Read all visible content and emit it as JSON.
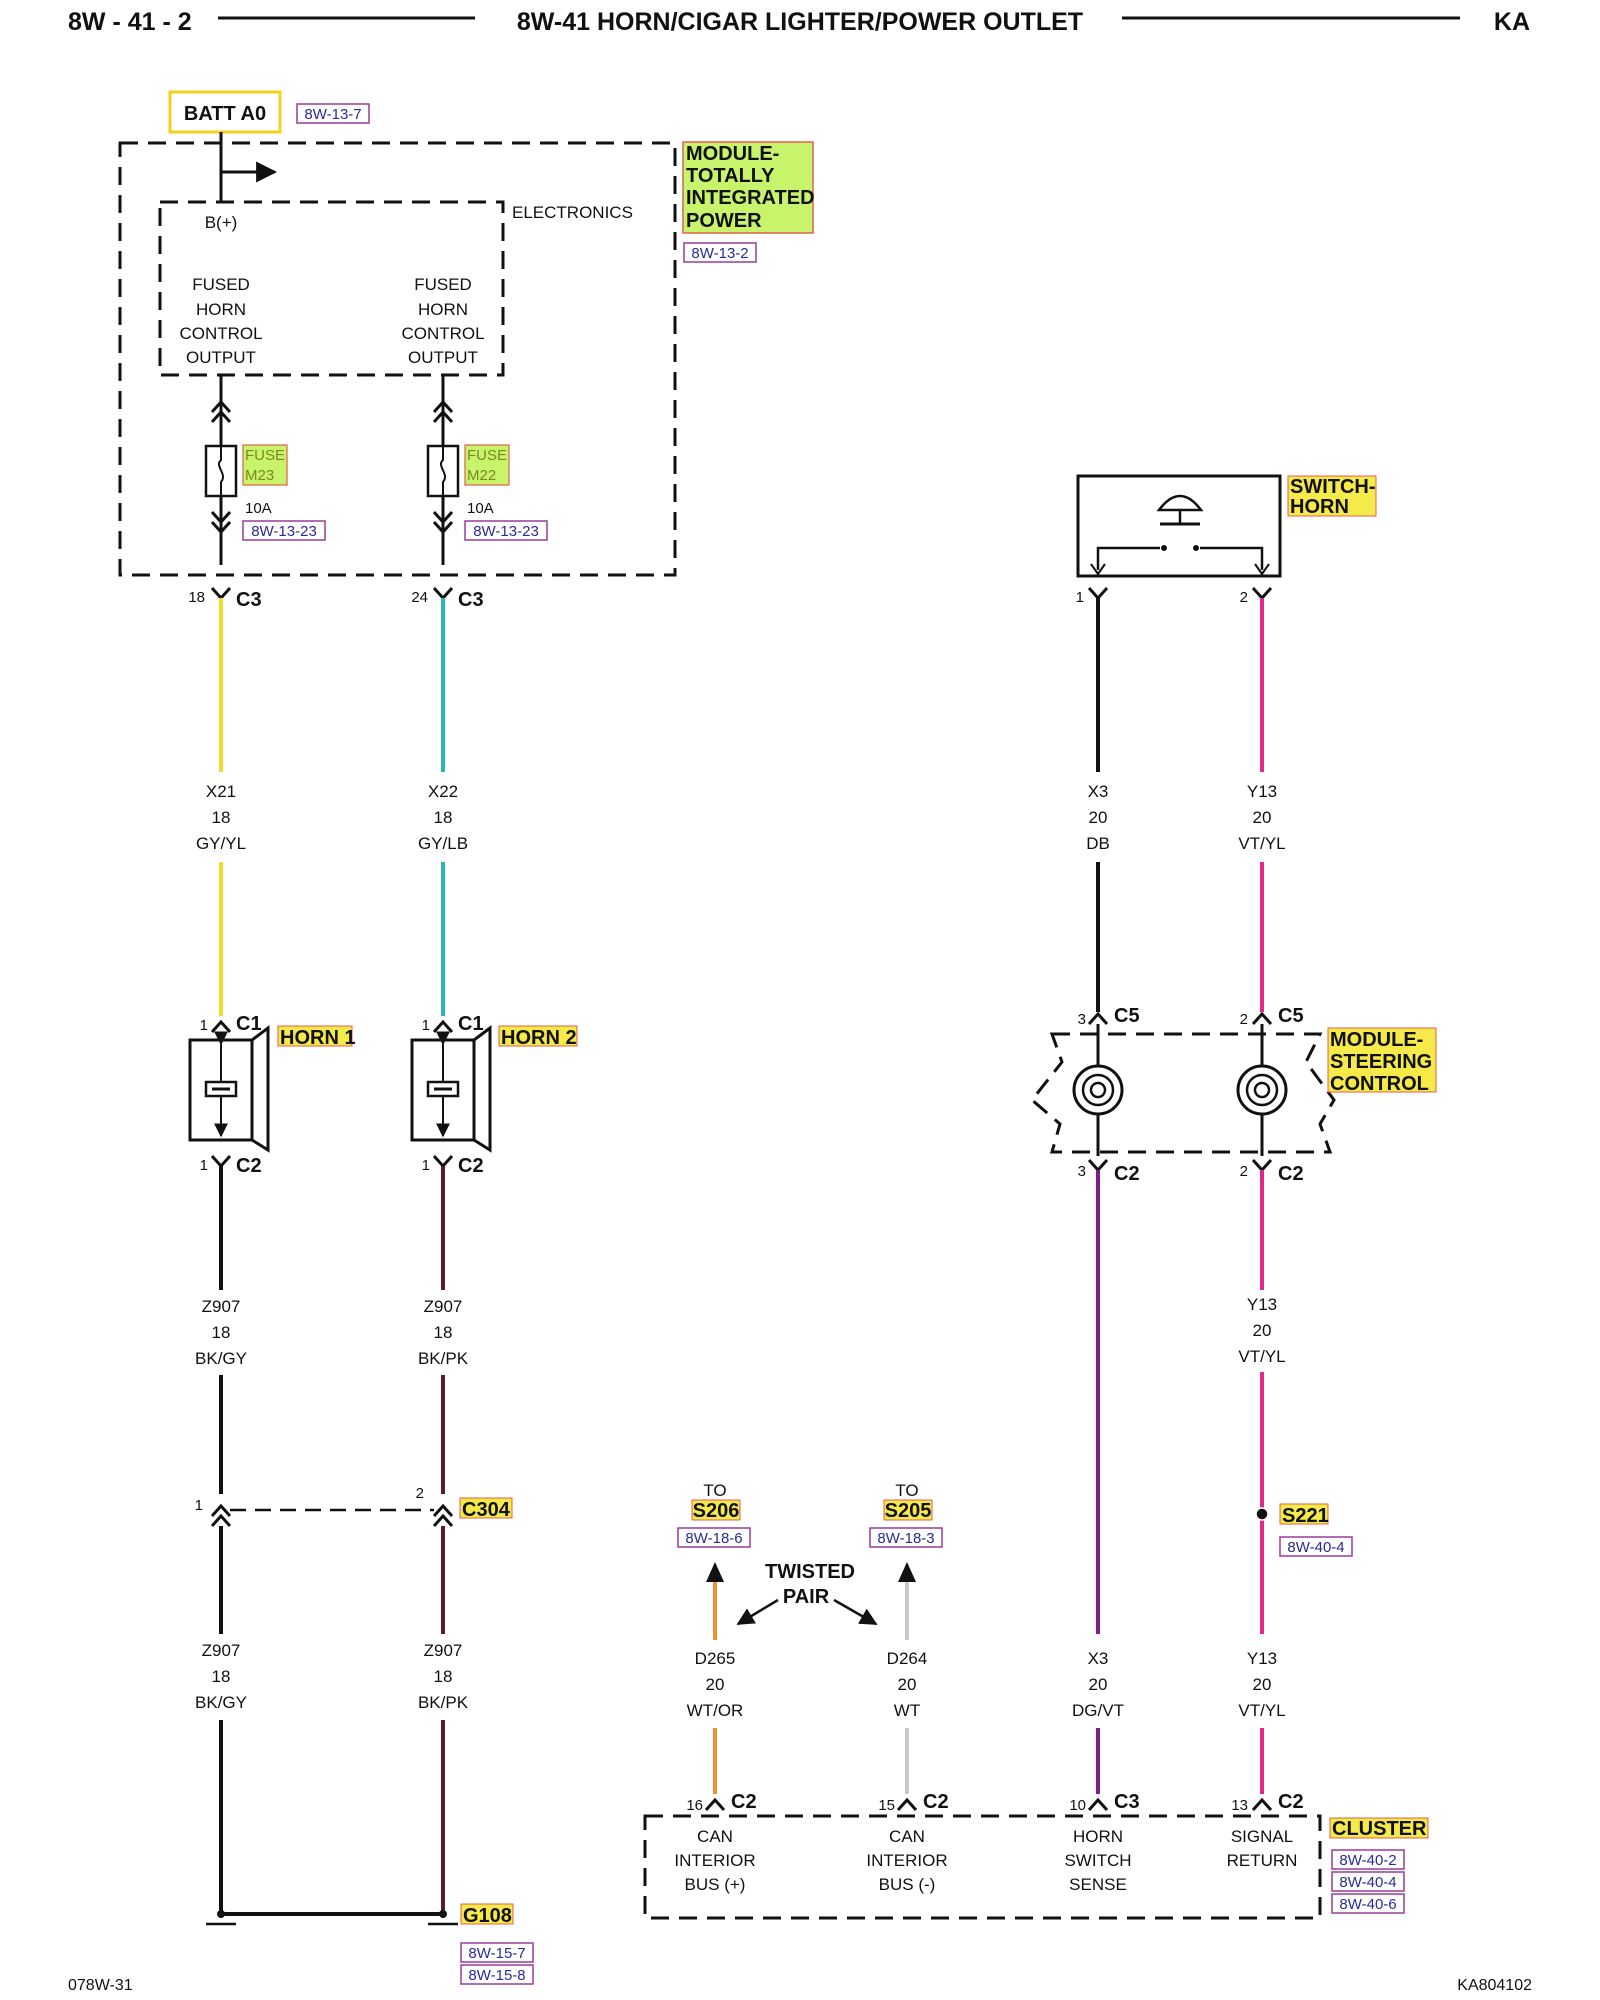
{
  "header": {
    "page_ref": "8W - 41 - 2",
    "title": "8W-41 HORN/CIGAR LIGHTER/POWER OUTLET",
    "model": "KA"
  },
  "footer": {
    "left": "078W-31",
    "right": "KA804102"
  },
  "batt": {
    "label": "BATT A0",
    "ref": "8W-13-7"
  },
  "tipm": {
    "name_lines": [
      "MODULE-",
      "TOTALLY",
      "INTEGRATED",
      "POWER"
    ],
    "ref": "8W-13-2",
    "electronics": "ELECTRONICS",
    "bplus": "B(+)",
    "out_left": [
      "FUSED",
      "HORN",
      "CONTROL",
      "OUTPUT"
    ],
    "out_right": [
      "FUSED",
      "HORN",
      "CONTROL",
      "OUTPUT"
    ]
  },
  "fuses": [
    {
      "name_lines": [
        "FUSE",
        "M23"
      ],
      "rating": "10A",
      "ref": "8W-13-23",
      "pin": "18",
      "conn": "C3"
    },
    {
      "name_lines": [
        "FUSE",
        "M22"
      ],
      "rating": "10A",
      "ref": "8W-13-23",
      "pin": "24",
      "conn": "C3"
    }
  ],
  "switch_horn": {
    "name_lines": [
      "SWITCH-",
      "HORN"
    ],
    "pin_left": "1",
    "pin_right": "2"
  },
  "wires": {
    "x21": [
      "X21",
      "18",
      "GY/YL"
    ],
    "x22": [
      "X22",
      "18",
      "GY/LB"
    ],
    "x3_db": [
      "X3",
      "20",
      "DB"
    ],
    "y13_top": [
      "Y13",
      "20",
      "VT/YL"
    ],
    "z907_l1": [
      "Z907",
      "18",
      "BK/GY"
    ],
    "z907_r1": [
      "Z907",
      "18",
      "BK/PK"
    ],
    "y13_mid": [
      "Y13",
      "20",
      "VT/YL"
    ],
    "z907_l2": [
      "Z907",
      "18",
      "BK/GY"
    ],
    "z907_r2": [
      "Z907",
      "18",
      "BK/PK"
    ],
    "d265": [
      "D265",
      "20",
      "WT/OR"
    ],
    "d264": [
      "D264",
      "20",
      "WT"
    ],
    "x3_dgvt": [
      "X3",
      "20",
      "DG/VT"
    ],
    "y13_bot": [
      "Y13",
      "20",
      "VT/YL"
    ]
  },
  "horns": [
    {
      "name": "HORN 1",
      "c1_pin": "1",
      "c1": "C1",
      "c2_pin": "1",
      "c2": "C2"
    },
    {
      "name": "HORN 2",
      "c1_pin": "1",
      "c1": "C1",
      "c2_pin": "1",
      "c2": "C2"
    }
  ],
  "scm": {
    "name_lines": [
      "MODULE-",
      "STEERING",
      "CONTROL"
    ],
    "c5_left_pin": "3",
    "c5_right_pin": "2",
    "c5": "C5",
    "c2_left_pin": "3",
    "c2_right_pin": "2",
    "c2": "C2"
  },
  "c304": {
    "name": "C304",
    "pin_left": "1",
    "pin_right": "2"
  },
  "s221": {
    "name": "S221",
    "ref": "8W-40-4"
  },
  "to_s206": {
    "to": "TO",
    "name": "S206",
    "ref": "8W-18-6"
  },
  "to_s205": {
    "to": "TO",
    "name": "S205",
    "ref": "8W-18-3"
  },
  "twisted_pair": [
    "TWISTED",
    "PAIR"
  ],
  "cluster": {
    "name": "CLUSTER",
    "refs": [
      "8W-40-2",
      "8W-40-4",
      "8W-40-6"
    ],
    "pins": [
      {
        "pin": "16",
        "conn": "C2",
        "lines": [
          "CAN",
          "INTERIOR",
          "BUS (+)"
        ]
      },
      {
        "pin": "15",
        "conn": "C2",
        "lines": [
          "CAN",
          "INTERIOR",
          "BUS (-)"
        ]
      },
      {
        "pin": "10",
        "conn": "C3",
        "lines": [
          "HORN",
          "SWITCH",
          "SENSE"
        ]
      },
      {
        "pin": "13",
        "conn": "C2",
        "lines": [
          "SIGNAL",
          "RETURN"
        ]
      }
    ]
  },
  "ground": {
    "name": "G108",
    "refs": [
      "8W-15-7",
      "8W-15-8"
    ]
  },
  "colors": {
    "highlight": "#c8f46c",
    "batt_border": "#f2d21e",
    "wire_gy_yl": "#f1dd2a",
    "wire_gy_lb": "#28b9b3",
    "wire_vt_yl": "#e2288e",
    "wire_dg_vt": "#7a1e8c",
    "wire_bk_pk": "#5a1a32",
    "wire_wt_or": "#e8932f",
    "wire_wt": "#c8c8c8",
    "wire_black": "#111111"
  }
}
